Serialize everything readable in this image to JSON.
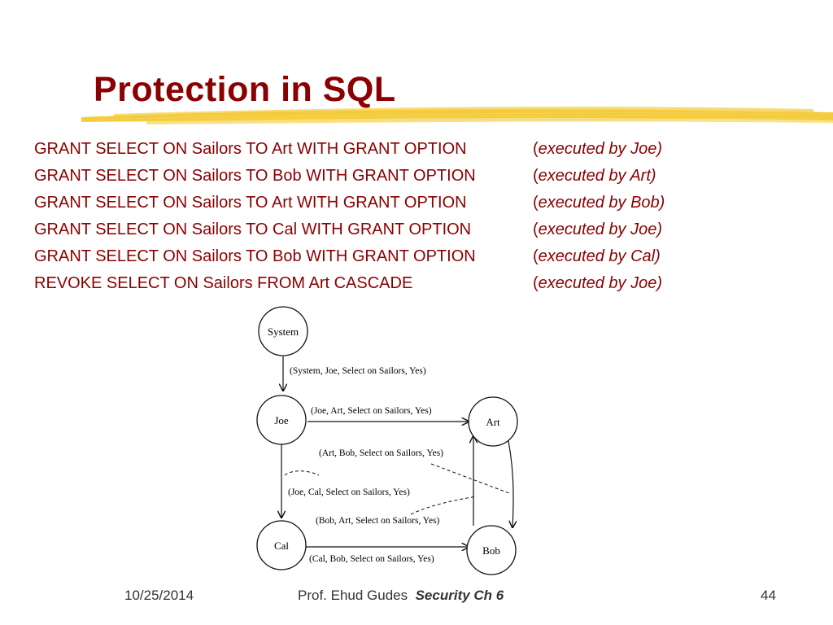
{
  "slide": {
    "title": "Protection in SQL",
    "commands": [
      {
        "cmd": "GRANT SELECT ON Sailors TO Art WITH GRANT OPTION",
        "open": "(",
        "note": "executed by Joe)"
      },
      {
        "cmd": "GRANT SELECT ON Sailors TO Bob WITH GRANT OPTION",
        "open": "(",
        "note": "executed by Art)"
      },
      {
        "cmd": "GRANT SELECT ON Sailors TO Art WITH GRANT OPTION",
        "open": "(",
        "note": "executed by Bob)"
      },
      {
        "cmd": "GRANT SELECT ON Sailors TO Cal WITH GRANT OPTION",
        "open": "(",
        "note": "executed by Joe)"
      },
      {
        "cmd": "GRANT SELECT ON Sailors TO Bob WITH GRANT OPTION",
        "open": "(",
        "note": "executed by Cal)"
      },
      {
        "cmd": "REVOKE SELECT ON Sailors FROM Art CASCADE",
        "open": "(",
        "note": "executed by Joe)"
      }
    ],
    "diagram": {
      "nodes": {
        "system": "System",
        "joe": "Joe",
        "art": "Art",
        "cal": "Cal",
        "bob": "Bob"
      },
      "edges": {
        "system_joe": "(System, Joe, Select on Sailors, Yes)",
        "joe_art": "(Joe, Art, Select on Sailors, Yes)",
        "art_bob": "(Art, Bob, Select on Sailors, Yes)",
        "joe_cal": "(Joe, Cal, Select on Sailors, Yes)",
        "bob_art": "(Bob, Art, Select on Sailors, Yes)",
        "cal_bob": "(Cal, Bob, Select on Sailors, Yes)"
      }
    }
  },
  "footer": {
    "date": "10/25/2014",
    "author": "Prof. Ehud Gudes",
    "course": "Security  Ch 6",
    "page": "44"
  },
  "colors": {
    "title": "#8b0000",
    "text": "#8b0000",
    "highlight": "#f2c31a"
  }
}
